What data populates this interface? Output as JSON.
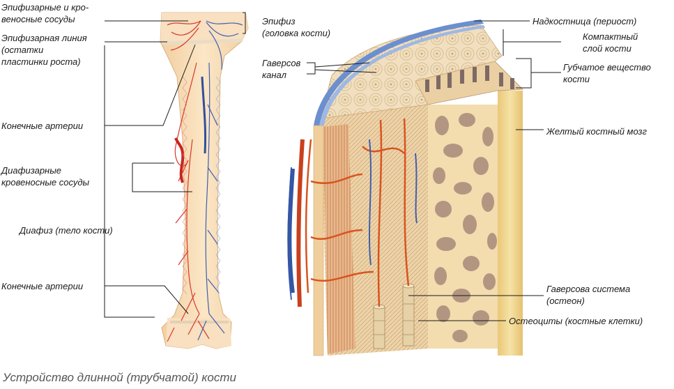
{
  "labels": {
    "epiphyseal_vessels": [
      "Эпифизарные и кро-",
      "веносные сосуды"
    ],
    "epiphyseal_line": [
      "Эпифизарная линия",
      "(остатки",
      "пластинки роста)"
    ],
    "end_arteries_top": "Конечные артерии",
    "diaphyseal_vessels": [
      "Диафизарные",
      "кровеносные сосуды"
    ],
    "diaphysis": "Диафиз (тело кости)",
    "end_arteries_bottom": "Конечные артерии",
    "epiphysis": [
      "Эпифиз",
      "(головка кости)"
    ],
    "haversian_canal": [
      "Гаверсов",
      "канал"
    ],
    "periosteum": "Надкостница (периост)",
    "compact_layer": [
      "Компактный",
      "слой кости"
    ],
    "spongy_bone": [
      "Губчатое вещество",
      "кости"
    ],
    "yellow_marrow": "Желтый костный мозг",
    "osteon": [
      "Гаверсова система",
      "(остеон)"
    ],
    "osteocytes": "Остеоциты (костные клетки)"
  },
  "caption": "Устройство длинной (трубчатой) кости",
  "colors": {
    "bone": "#f5d9b0",
    "bone_dark": "#e8c28c",
    "artery": "#d9372b",
    "vein": "#3f5fae",
    "periosteum": "#6b8fcf",
    "spongy": "#a88a7a",
    "marrow": "#f0d78a",
    "line": "#1a1a1a"
  }
}
